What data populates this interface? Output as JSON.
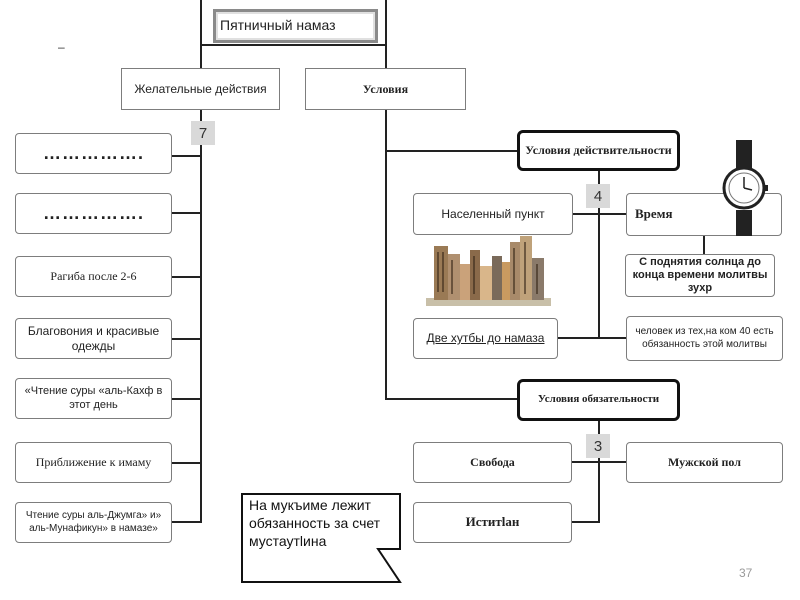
{
  "title": "Пятничный намаз",
  "dash": "–",
  "desirable": {
    "header": "Желательные действия",
    "count": "7",
    "items": [
      "…………….",
      "…………….",
      "Рагиба после 2-6",
      "Благовония и красивые одежды",
      "«Чтение суры «аль-Кахф в этот день",
      "Приближение к имаму",
      "Чтение суры аль-Джумга» и» аль-Мунафикун» в намазе»"
    ]
  },
  "conditions": {
    "header": "Условия",
    "validity": {
      "header": "Условия действительности",
      "count": "4",
      "items": {
        "settlement": "Населенный пункт",
        "time": "Время",
        "time_detail": "С поднятия солнца до конца времени молитвы зухр",
        "khutbas": "Две хутбы до намаза",
        "forty": "человек из тех,на ком 40 есть обязанность этой молитвы"
      }
    },
    "obligation": {
      "header": "Условия обязательности",
      "count": "3",
      "items": {
        "freedom": "Свобода",
        "male": "Мужской пол",
        "istit": "Иститlан"
      }
    }
  },
  "callout": "На мукъиме лежит обязанность за счет мустаутlина",
  "page_number": "37"
}
